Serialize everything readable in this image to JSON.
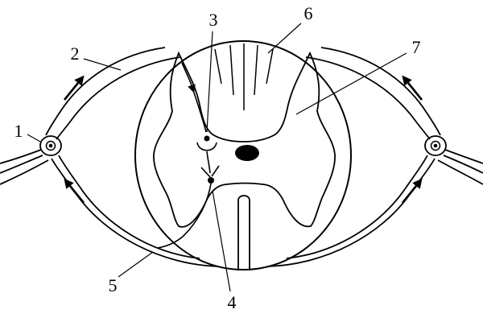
{
  "diagram": {
    "name": "spinal-cord-cross-section",
    "labels": [
      "1",
      "2",
      "3",
      "4",
      "5",
      "6",
      "7"
    ],
    "colors": {
      "background": "#ffffff",
      "line": "#000000",
      "gray_matter": "#d8d8d8",
      "central_canal": "#000000"
    }
  }
}
